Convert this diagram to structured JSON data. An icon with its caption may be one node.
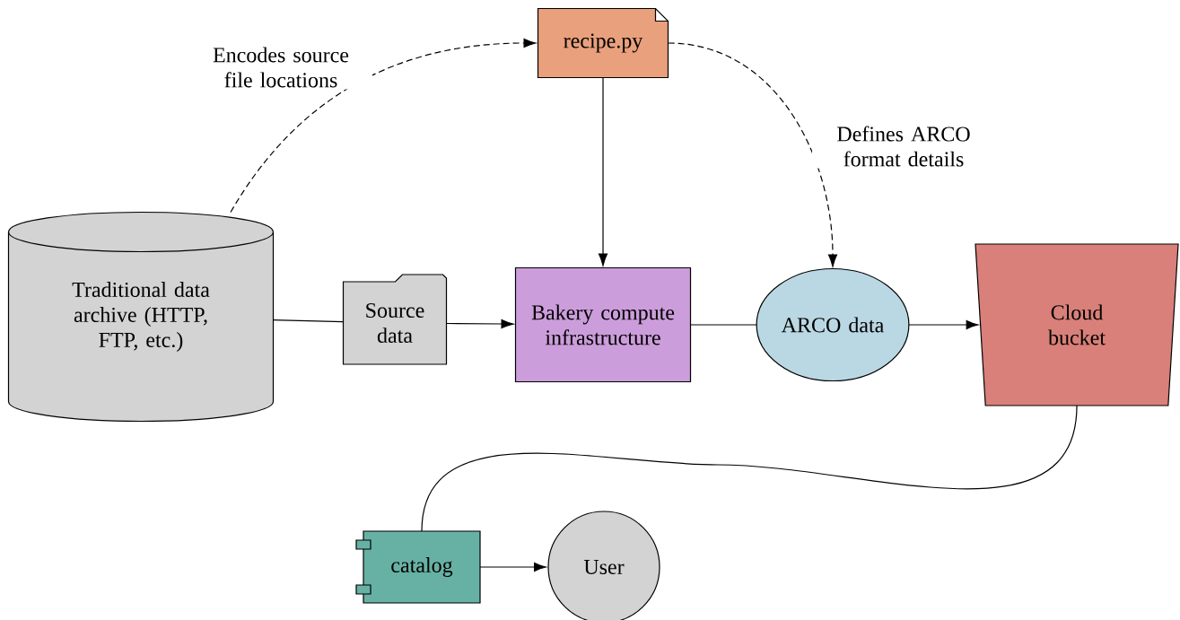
{
  "diagram": {
    "nodes": [
      {
        "text": [
          "recipe.py"
        ]
      },
      {
        "text": [
          "Traditional data archive (HTTP, FTP, etc.)"
        ]
      },
      {
        "text": [
          "Source data"
        ]
      },
      {
        "text": [
          "Bakery compute infrastructure"
        ]
      },
      {
        "text": [
          "ARCO data"
        ]
      },
      {
        "text": [
          "Cloud bucket"
        ]
      },
      {
        "text": [
          "catalog"
        ]
      },
      {
        "text": [
          "User"
        ]
      }
    ],
    "edges": [
      {
        "from": 1,
        "to": 0,
        "arrow": "to",
        "style": "dashed",
        "label": "Encodes source file locations"
      },
      {
        "from": 0,
        "to": 3,
        "arrow": "to"
      },
      {
        "from": 0,
        "to": 4,
        "arrow": "to",
        "style": "dashed",
        "label": "Defines ARCO format details"
      },
      {
        "from": 1,
        "to": 2,
        "arrow": "none"
      },
      {
        "from": 2,
        "to": 3,
        "arrow": "to"
      },
      {
        "from": 3,
        "to": 4,
        "arrow": "none"
      },
      {
        "from": 4,
        "to": 5,
        "arrow": "to"
      },
      {
        "from": 5,
        "to": 6,
        "arrow": "none"
      },
      {
        "from": 6,
        "to": 7,
        "arrow": "to"
      }
    ]
  }
}
